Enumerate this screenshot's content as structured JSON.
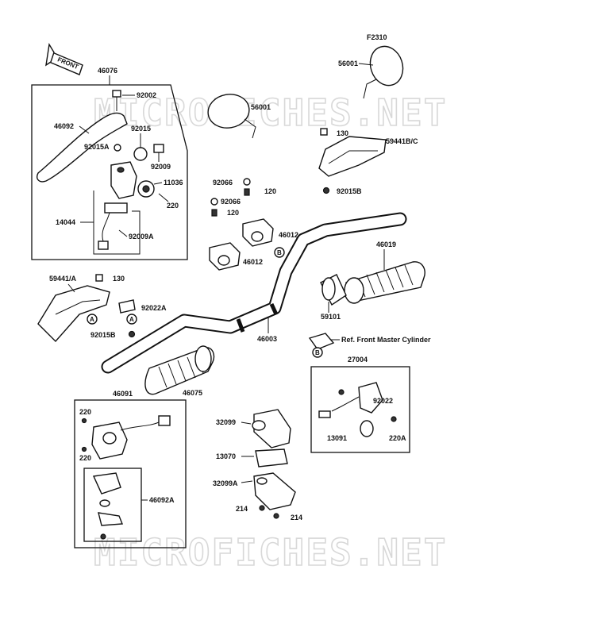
{
  "figure_code": "F2310",
  "front_label": "FRONT",
  "watermark": "MICROFICHES.NET",
  "parts": {
    "p46076": "46076",
    "p92002": "92002",
    "p46092": "46092",
    "p92015": "92015",
    "p92015A": "92015A",
    "p92009": "92009",
    "p11036": "11036",
    "p220_top": "220",
    "p14044": "14044",
    "p92009A": "92009A",
    "p56001_left": "56001",
    "p56001_right": "56001",
    "p130_right": "130",
    "p59441BC": "59441B/C",
    "p92015B_right": "92015B",
    "p92066_a": "92066",
    "p120_a": "120",
    "p92066_b": "92066",
    "p120_b": "120",
    "p46012_a": "46012",
    "p46012_b": "46012",
    "p46019": "46019",
    "p59441A": "59441/A",
    "p130_left": "130",
    "p92022A": "92022A",
    "p92015B_left": "92015B",
    "p59101": "59101",
    "p46003": "46003",
    "ref_master": "Ref. Front Master Cylinder",
    "p27004": "27004",
    "p92022": "92022",
    "p13091": "13091",
    "p220A": "220A",
    "p46075": "46075",
    "p46091": "46091",
    "p220_c": "220",
    "p220_d": "220",
    "p46092A": "46092A",
    "p32099": "32099",
    "p13070": "13070",
    "p32099A": "32099A",
    "p214_a": "214",
    "p214_b": "214"
  },
  "markers": {
    "a1": "A",
    "a2": "A",
    "b1": "B",
    "b2": "B"
  }
}
